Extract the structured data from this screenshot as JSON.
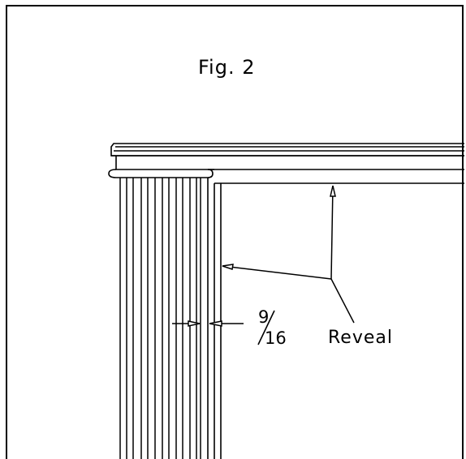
{
  "figure": {
    "title": "Fig. 2",
    "dimension": {
      "numerator": "9",
      "denominator": "16"
    },
    "reveal_label": "Reveal"
  },
  "colors": {
    "line": "#000000",
    "background": "#ffffff"
  }
}
